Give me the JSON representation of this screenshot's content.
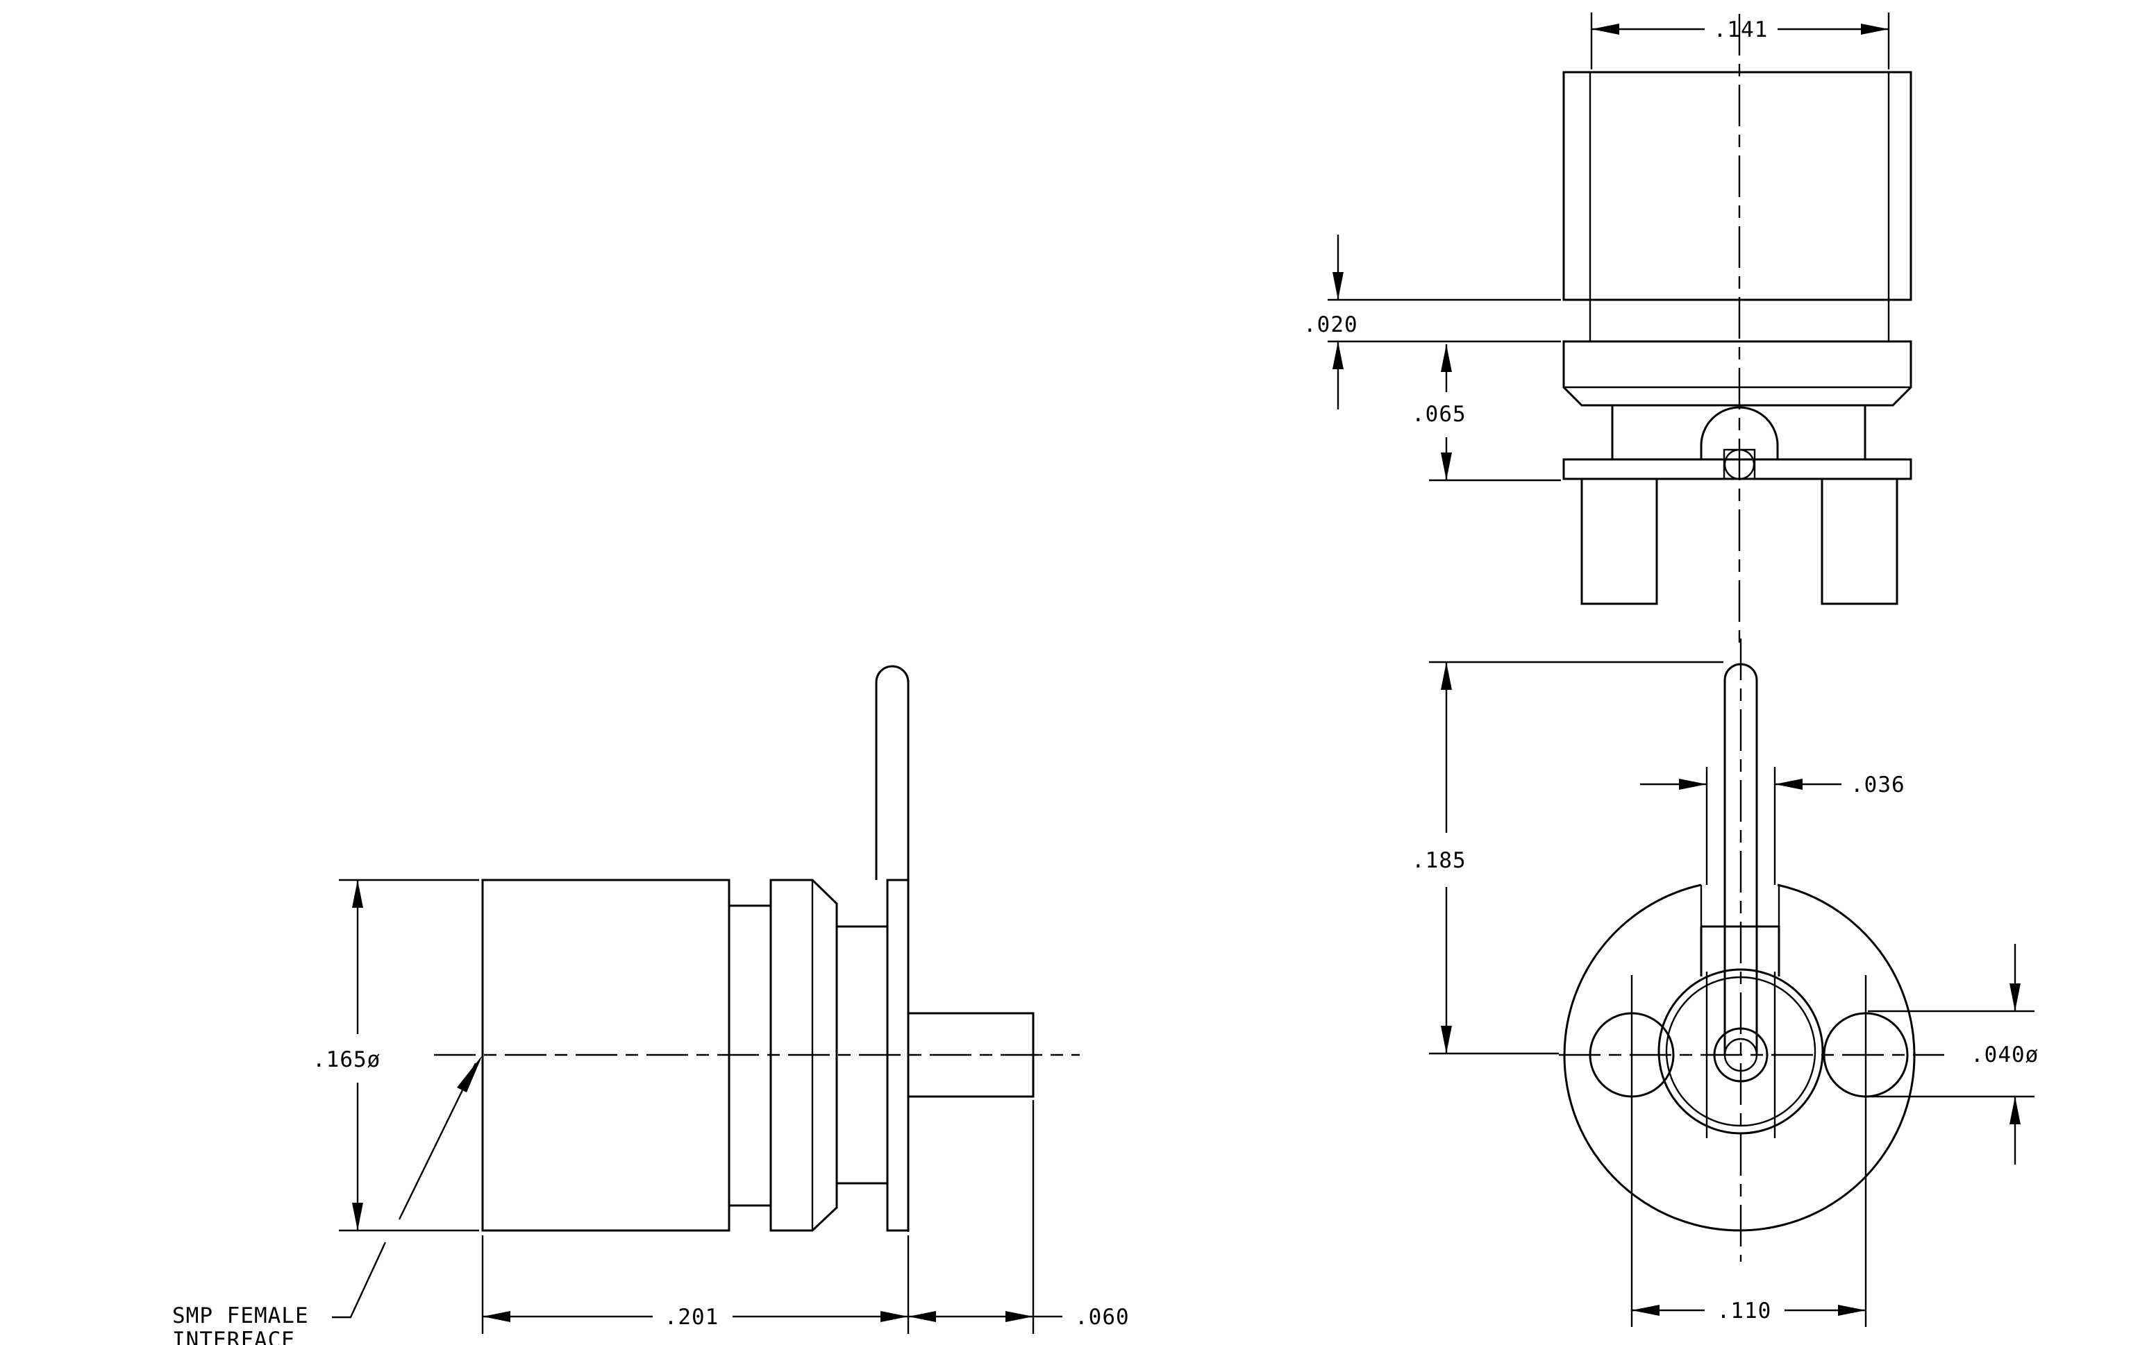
{
  "dimensions": {
    "width_top": ".141",
    "gap_top": ".020",
    "height_flange": ".065",
    "pin_width": ".036",
    "pin_height": ".185",
    "diameter_body": ".165ø",
    "hole_diameter": ".040ø",
    "length_body": ".201",
    "length_pin": ".060",
    "hole_spacing": ".110"
  },
  "notes": {
    "interface_line1": "SMP FEMALE",
    "interface_line2": "INTERFACE"
  },
  "colors": {
    "ink": "#000000",
    "paper": "#ffffff"
  }
}
